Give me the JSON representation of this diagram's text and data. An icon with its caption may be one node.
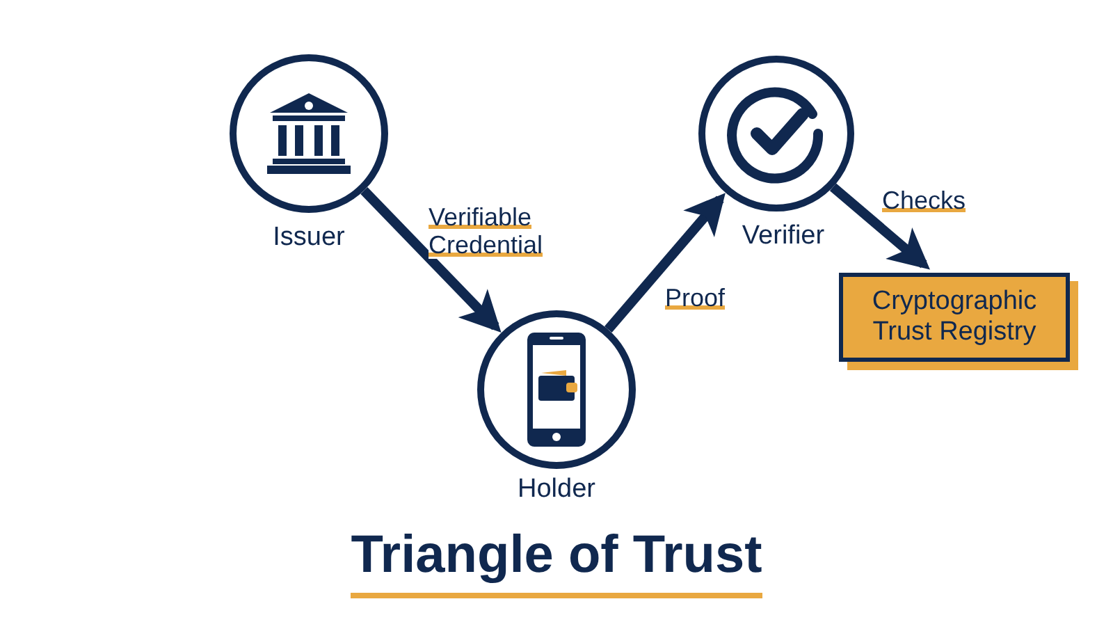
{
  "diagram": {
    "title": "Triangle of Trust",
    "nodes": [
      {
        "text": [],
        "shape": "circle",
        "beside": [
          "Issuer"
        ]
      },
      {
        "text": [],
        "shape": "circle",
        "beside": [
          "Holder"
        ]
      },
      {
        "text": [],
        "shape": "circle",
        "beside": [
          "Verifier"
        ]
      },
      {
        "text": [
          "Cryptographic Trust Registry"
        ]
      }
    ],
    "edges": [
      {
        "from": 0,
        "to": 1,
        "arrow": "to",
        "label": "Verifiable Credential"
      },
      {
        "from": 1,
        "to": 2,
        "arrow": "to",
        "label": "Proof"
      },
      {
        "from": 2,
        "to": 3,
        "arrow": "to",
        "label": "Checks"
      }
    ]
  }
}
